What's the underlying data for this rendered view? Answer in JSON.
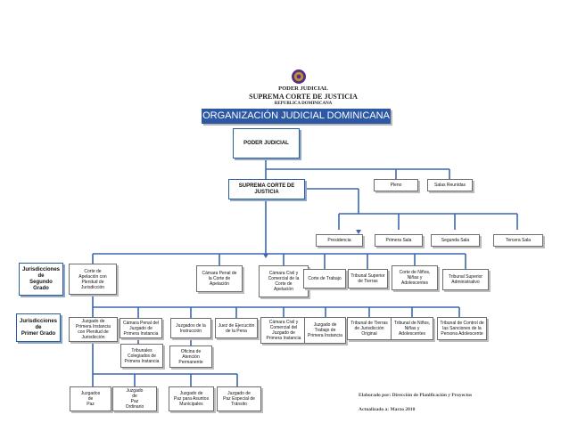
{
  "header": {
    "line1": "PODER JUDICIAL",
    "line2": "SUPREMA CORTE DE JUSTICIA",
    "line3": "REPUBLICA DOMINICANA",
    "banner": "ORGANIZACIÓN JUDICIAL DOMINICANA"
  },
  "colors": {
    "accent": "#2d58a3",
    "box_border": "#6e6e6e",
    "line": "#3a67b0"
  },
  "icons": {
    "emblem": "judicial-seal-icon"
  },
  "nodes": {
    "poder_judicial": "PODER JUDICIAL",
    "scj": "SUPREMA CORTE DE\nJUSTICIA",
    "pleno": "Pleno",
    "salas_reunidas": "Salas Reunidas",
    "presidencia": "Presidencia",
    "primera_sala": "Primera Sala",
    "segunda_sala": "Segunda Sala",
    "tercera_sala": "Tercera Sala",
    "jur_segundo": "Jurisdicciones\nde\nSegundo\nGrado",
    "corte_apelacion_plenitud": "Corte de\nApelación con\nPlenitud de\nJurisdicción",
    "camara_penal_apelacion": "Cámara Penal de\nla Corte de\nApelación",
    "camara_civil_apelacion": "Cámara Civil y\nComercial de la\nCorte de\nApelación",
    "corte_trabajo": "Corte de Trabajo",
    "tribunal_tierras_superior": "Tribunal Superior\nde Tierras",
    "corte_ninos": "Corte de Niños,\nNiñas y\nAdolescentes",
    "tribunal_superior_admin": "Tribunal Superior\nAdministrativo",
    "jur_primer": "Jurisdicciones\nde\nPrimer Grado",
    "juzgado_primera_plenitud": "Juzgado de\nPrimera Instancia\ncon Plenitud de\nJurisdicción",
    "camara_penal_juzgado": "Cámara Penal del\nJuzgado de\nPrimera Instancia",
    "juzgados_instruccion": "Juzgados de la\nInstrucción",
    "juez_ejecucion": "Juez de Ejecución\nde la Pena",
    "camara_civil_juzgado": "Cámara Civil y\nComercial del\nJuzgado de\nPrimera Instancia",
    "juzgado_trabajo": "Juzgado de\nTrabajo de\nPrimera Instancia",
    "tribunal_tierras_original": "Tribunal de Tierras\nde Jurisdicción\nOriginal",
    "tribunal_ninos": "Tribunal de Niños,\nNiñas y\nAdolescentes",
    "tribunal_control": "Tribunal de Control de\nlas Sanciones de la\nPersona Adolescente",
    "tribunales_colegiados": "Tribunales\nColegiados de\nPrimera Instancia",
    "oficina_atencion": "Oficina de\nAtención\nPermanente",
    "juzgados_paz": "Juzgados\nde\nPaz",
    "juzgado_paz_ordinario": "Juzgado\nde\nPaz\nOrdinario",
    "juzgado_paz_municipales": "Juzgado de\nPaz para Asuntos\nMunicipales",
    "juzgado_paz_transito": "Juzgado de\nPaz Especial de\nTránsito"
  },
  "credits": {
    "line1": "Elaborado por: Dirección de Planificación y Proyectos",
    "line2": "Actualizado a: Marzo 2010"
  }
}
